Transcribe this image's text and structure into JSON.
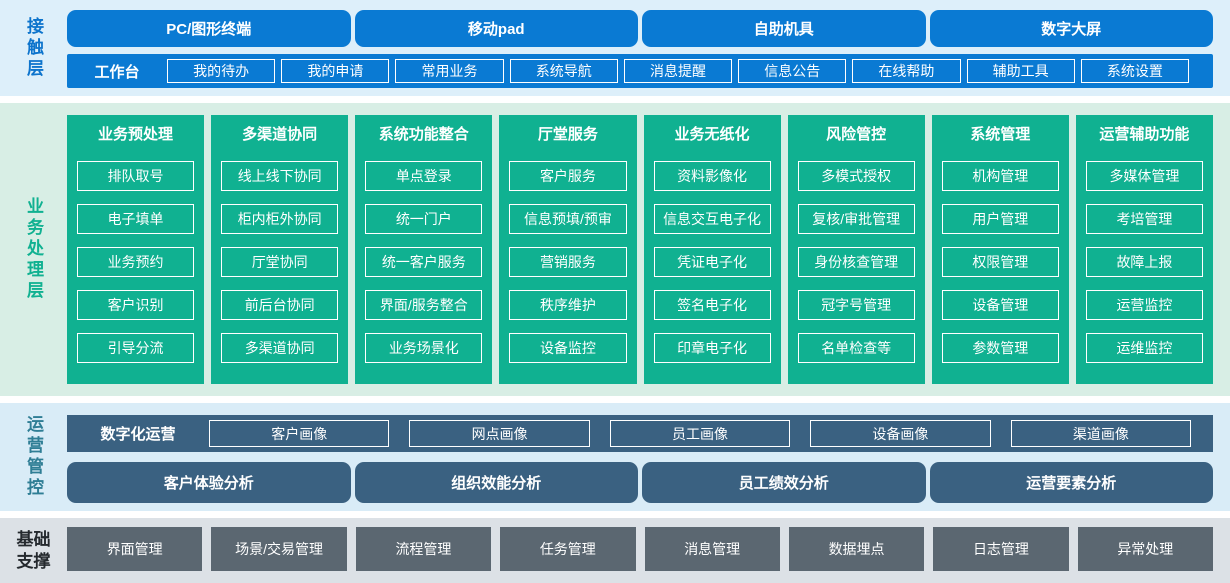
{
  "colors": {
    "blue": "#0a7ad3",
    "green": "#10b191",
    "slate": "#3a6181",
    "gray": "#5b6771",
    "contact_label": "#0d74cc",
    "ops_label": "#2f7e95"
  },
  "contact": {
    "label": "接触层",
    "terminals": [
      "PC/图形终端",
      "移动pad",
      "自助机具",
      "数字大屏"
    ],
    "workbench": {
      "label": "工作台",
      "items": [
        "我的待办",
        "我的申请",
        "常用业务",
        "系统导航",
        "消息提醒",
        "信息公告",
        "在线帮助",
        "辅助工具",
        "系统设置"
      ]
    }
  },
  "business": {
    "label": "业务处理层",
    "columns": [
      {
        "title": "业务预处理",
        "items": [
          "排队取号",
          "电子填单",
          "业务预约",
          "客户识别",
          "引导分流"
        ]
      },
      {
        "title": "多渠道协同",
        "items": [
          "线上线下协同",
          "柜内柜外协同",
          "厅堂协同",
          "前后台协同",
          "多渠道协同"
        ]
      },
      {
        "title": "系统功能整合",
        "items": [
          "单点登录",
          "统一门户",
          "统一客户服务",
          "界面/服务整合",
          "业务场景化"
        ]
      },
      {
        "title": "厅堂服务",
        "items": [
          "客户服务",
          "信息预填/预审",
          "营销服务",
          "秩序维护",
          "设备监控"
        ]
      },
      {
        "title": "业务无纸化",
        "items": [
          "资料影像化",
          "信息交互电子化",
          "凭证电子化",
          "签名电子化",
          "印章电子化"
        ]
      },
      {
        "title": "风险管控",
        "items": [
          "多模式授权",
          "复核/审批管理",
          "身份核查管理",
          "冠字号管理",
          "名单检查等"
        ]
      },
      {
        "title": "系统管理",
        "items": [
          "机构管理",
          "用户管理",
          "权限管理",
          "设备管理",
          "参数管理"
        ]
      },
      {
        "title": "运营辅助功能",
        "items": [
          "多媒体管理",
          "考培管理",
          "故障上报",
          "运营监控",
          "运维监控"
        ]
      }
    ]
  },
  "operations": {
    "label": "运营管控",
    "digital": {
      "label": "数字化运营",
      "items": [
        "客户画像",
        "网点画像",
        "员工画像",
        "设备画像",
        "渠道画像"
      ]
    },
    "analysis": [
      "客户体验分析",
      "组织效能分析",
      "员工绩效分析",
      "运营要素分析"
    ]
  },
  "foundation": {
    "label": "基础支撑",
    "items": [
      "界面管理",
      "场景/交易管理",
      "流程管理",
      "任务管理",
      "消息管理",
      "数据埋点",
      "日志管理",
      "异常处理"
    ]
  }
}
